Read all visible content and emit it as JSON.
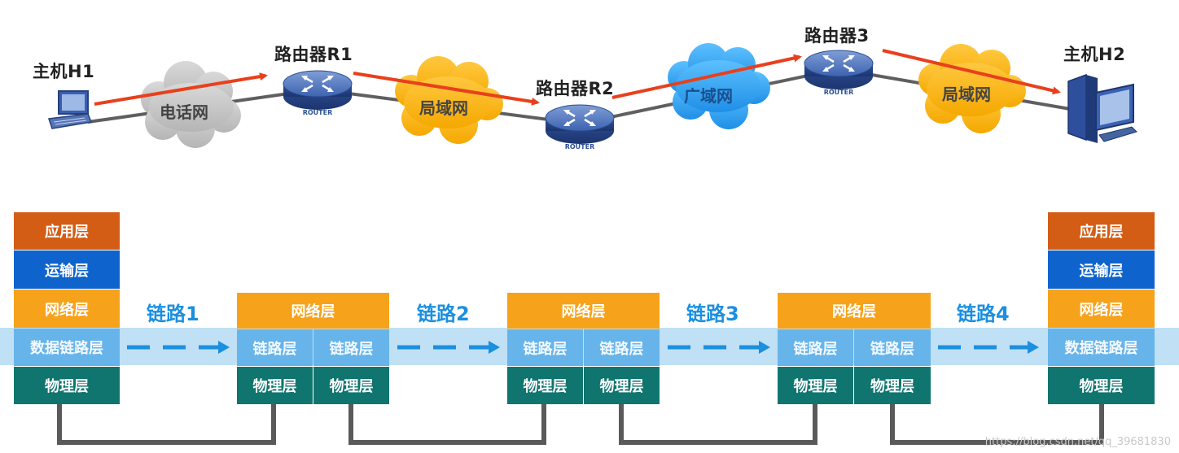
{
  "topology": {
    "host1": "主机H1",
    "host2": "主机H2",
    "router1": "路由器R1",
    "router2": "路由器R2",
    "router3": "路由器3",
    "router_badge": "ROUTER",
    "cloud_phone": "电话网",
    "cloud_lan1": "局域网",
    "cloud_wan": "广域网",
    "cloud_lan2": "局域网"
  },
  "colors": {
    "path_arrow": "#e8401c",
    "cable": "#5f5f5f",
    "application": "#d35d14",
    "transport": "#0e64cc",
    "network": "#f7a21b",
    "data_link": "#67b4ea",
    "physical": "#10756f",
    "link_text": "#1b8fe0"
  },
  "stacks": {
    "host_left": {
      "application": "应用层",
      "transport": "运输层",
      "network": "网络层",
      "data_link": "数据链路层",
      "physical": "物理层"
    },
    "host_right": {
      "application": "应用层",
      "transport": "运输层",
      "network": "网络层",
      "data_link": "数据链路层",
      "physical": "物理层"
    },
    "routers": [
      {
        "network": "网络层",
        "link_left": "链路层",
        "link_right": "链路层",
        "phy_left": "物理层",
        "phy_right": "物理层"
      },
      {
        "network": "网络层",
        "link_left": "链路层",
        "link_right": "链路层",
        "phy_left": "物理层",
        "phy_right": "物理层"
      },
      {
        "network": "网络层",
        "link_left": "链路层",
        "link_right": "链路层",
        "phy_left": "物理层",
        "phy_right": "物理层"
      }
    ]
  },
  "links": [
    "链路1",
    "链路2",
    "链路3",
    "链路4"
  ],
  "watermark": "https://blog.csdn.net/qq_39681830"
}
